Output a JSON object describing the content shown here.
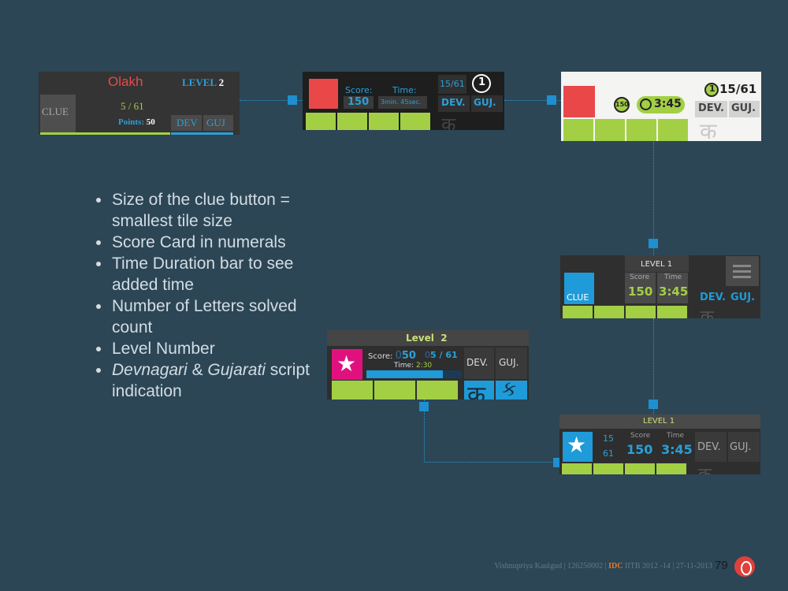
{
  "p1": {
    "logo": "Olakh",
    "level_label": "LEVEL",
    "level_num": "2",
    "clue": "CLUE",
    "progress": "5 / 61",
    "points_label": "Points:",
    "points": "50",
    "dev": "DEV",
    "guj": "GUJ"
  },
  "p2": {
    "score_label": "Score:",
    "score": "150",
    "time_label": "Time:",
    "time": "3min. 45sec.",
    "count": "15/61",
    "level": "1",
    "dev": "DEV.",
    "guj": "GUJ.",
    "glyph": "क"
  },
  "p3": {
    "score": "150",
    "time": "3:45",
    "level": "1",
    "count": "15/61",
    "dev": "DEV.",
    "guj": "GUJ.",
    "glyph": "क"
  },
  "p4": {
    "level": "LEVEL 1",
    "clue": "CLUE",
    "score_label": "Score",
    "score": "150",
    "time_label": "Time",
    "time": "3:45",
    "dev": "DEV.",
    "guj": "GUJ.",
    "glyph": "क"
  },
  "p5": {
    "title": "Level  2",
    "score_label": "Score:",
    "score_dim": "0",
    "score": "50",
    "count_dim": "0",
    "count": "5 / 61",
    "time_label": "Time:",
    "time": "2:30",
    "time_fraction": 0.8,
    "dev": "DEV.",
    "guj": "GUJ.",
    "glyph_dev": "क",
    "glyph_guj": "ક"
  },
  "p6": {
    "title": "LEVEL 1",
    "solved": "15",
    "total": "61",
    "score_label": "Score",
    "score": "150",
    "time_label": "Time",
    "time": "3:45",
    "dev": "DEV.",
    "guj": "GUJ.",
    "glyph": "क"
  },
  "bullets": {
    "b1": "Size of the clue button = smallest tile size",
    "b2": "Score Card in numerals",
    "b3": "Time Duration bar to see added time",
    "b4": "Number of Letters solved count",
    "b5": "Level Number",
    "b6_a": "Devnagari",
    "b6_b": " & ",
    "b6_c": "Gujarati",
    "b6_d": " script indication"
  },
  "footer": {
    "author": "Vishnupriya Kaulgud | 126250002 | ",
    "idc": "IDC",
    "inst": " IITB 2012 -14 | 27-11-2013",
    "page": "79"
  },
  "colors": {
    "background": "#2c4656",
    "tile_green": "#a3cf45",
    "clue_red": "#ea4848",
    "accent_blue": "#1e9bd8",
    "star_magenta": "#e0117e"
  },
  "icons": {
    "star": "star-icon",
    "clock": "clock-icon",
    "menu": "hamburger-menu-icon",
    "logo": "olakh-logo-icon"
  }
}
